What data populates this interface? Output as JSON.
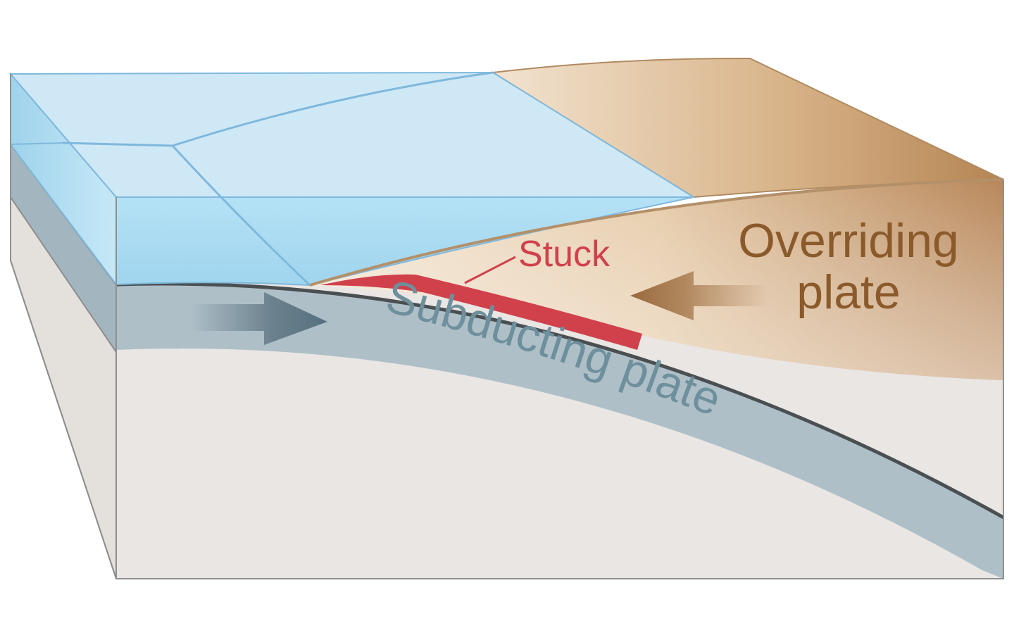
{
  "labels": {
    "stuck": "Stuck",
    "overriding_line1": "Overriding",
    "overriding_line2": "plate",
    "subducting": "Subducting plate"
  },
  "colors": {
    "water_top": "#cfe8f6",
    "water_front": "#a9dcf3",
    "water_lines": "#7fb8dc",
    "crust_gray": "#aebfc8",
    "mantle": "#e9e6e3",
    "land_dark": "#b58a5a",
    "land_light": "#f0dfcb",
    "stuck_red": "#d0414c",
    "subducting_text": "#6e8f9c",
    "overriding_text": "#8b5a2b",
    "outline": "#8f8f8f",
    "interface_line": "#4a4f52",
    "arrow_blue": "#5f7683",
    "arrow_brown": "#a77a4e"
  }
}
